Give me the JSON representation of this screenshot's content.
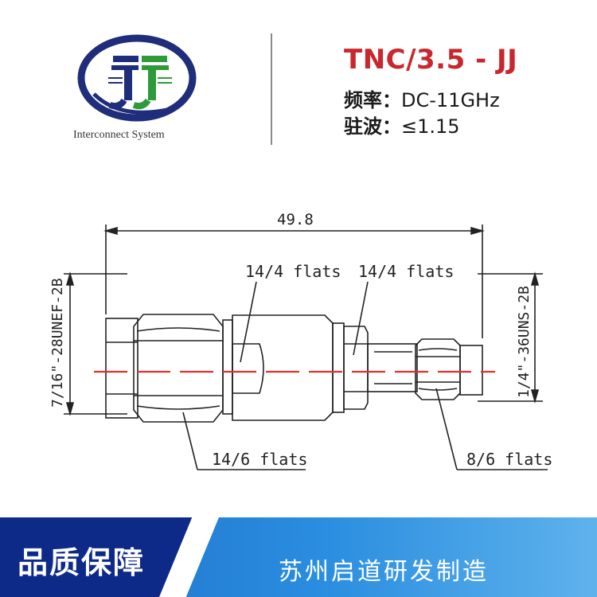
{
  "brand": {
    "caption": "Interconnect System",
    "colors": {
      "navy": "#1f2d7a",
      "green": "#2e9a3a"
    }
  },
  "product": {
    "title": "TNC/3.5 - JJ",
    "title_color": "#c8282d",
    "specs": [
      {
        "label": "频率：",
        "value": "DC-11GHz"
      },
      {
        "label": "驻波：",
        "value": "≤1.15"
      }
    ]
  },
  "drawing": {
    "overall_length": "49.8",
    "left_thread": "7/16\"-28UNEF-2B",
    "right_thread": "1/4\"-36UNS-2B",
    "flats_top_left": "14/4 flats",
    "flats_top_right": "14/4 flats",
    "flats_bottom_left": "14/6 flats",
    "flats_bottom_right": "8/6 flats",
    "centerline_color": "#e0302a"
  },
  "footer": {
    "left_text": "品质保障",
    "right_text": "苏州启道研发制造"
  }
}
